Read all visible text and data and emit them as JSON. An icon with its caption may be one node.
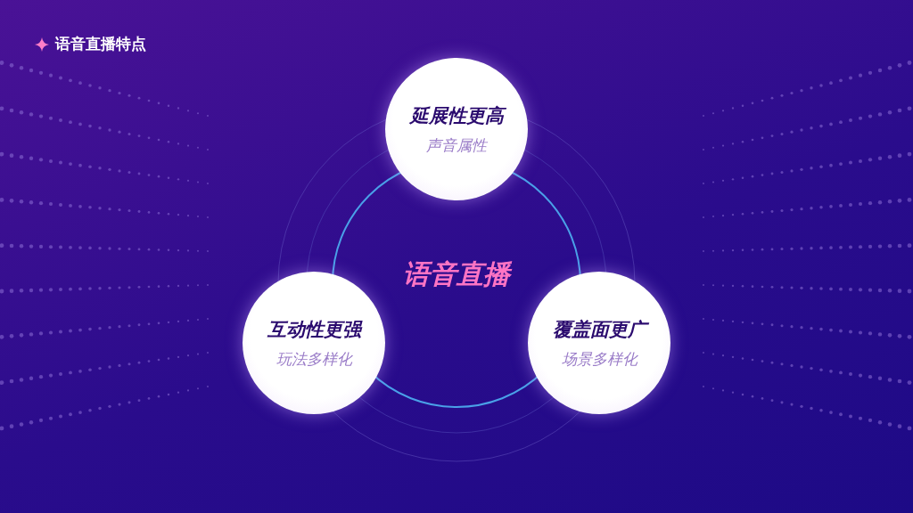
{
  "diagram": {
    "title": "语音直播特点",
    "nodes": [
      {
        "text": [
          "语音直播"
        ]
      },
      {
        "text": [
          "延展性更高",
          "声音属性"
        ]
      },
      {
        "text": [
          "互动性更强",
          "玩法多样化"
        ]
      },
      {
        "text": [
          "覆盖面更广",
          "场景多样化"
        ]
      }
    ]
  }
}
